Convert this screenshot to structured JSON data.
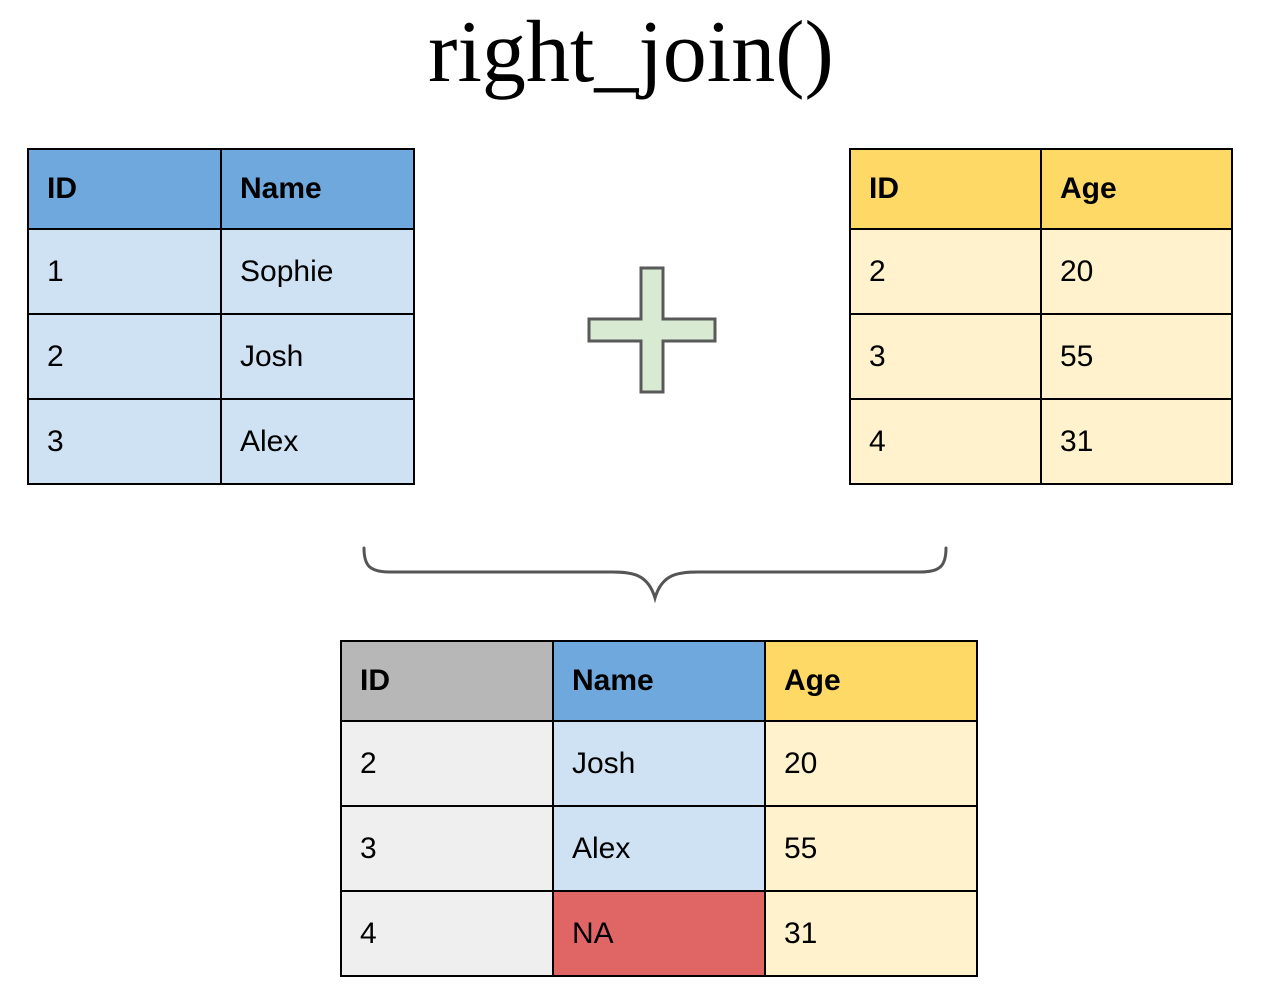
{
  "title": "right_join()",
  "left_table": {
    "columns": [
      "ID",
      "Name"
    ],
    "rows": [
      [
        "1",
        "Sophie"
      ],
      [
        "2",
        "Josh"
      ],
      [
        "3",
        "Alex"
      ]
    ]
  },
  "right_table": {
    "columns": [
      "ID",
      "Age"
    ],
    "rows": [
      [
        "2",
        "20"
      ],
      [
        "3",
        "55"
      ],
      [
        "4",
        "31"
      ]
    ]
  },
  "operator": {
    "icon": "plus-icon",
    "meaning": "join of the two tables"
  },
  "result_table": {
    "columns": [
      "ID",
      "Name",
      "Age"
    ],
    "rows": [
      {
        "cells": [
          "2",
          "Josh",
          "20"
        ]
      },
      {
        "cells": [
          "3",
          "Alex",
          "55"
        ]
      },
      {
        "cells": [
          "4",
          "NA",
          "31"
        ]
      }
    ],
    "na_value": "NA"
  },
  "colors": {
    "blue_header": "#6FA8DC",
    "blue_body": "#CFE2F3",
    "yellow_header": "#FFD966",
    "yellow_body": "#FFF2CC",
    "gray_header": "#B7B7B7",
    "gray_body": "#EFEFEF",
    "na_red": "#E06666",
    "plus_fill": "#D9EAD3",
    "plus_stroke": "#595959",
    "brace_stroke": "#555555",
    "table_border": "#000000",
    "text": "#000000",
    "background": "#FFFFFF"
  }
}
